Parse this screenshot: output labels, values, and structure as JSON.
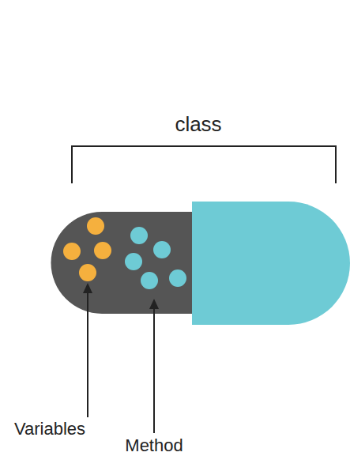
{
  "diagram": {
    "labels": [
      "class",
      "Variables",
      "Method"
    ]
  }
}
